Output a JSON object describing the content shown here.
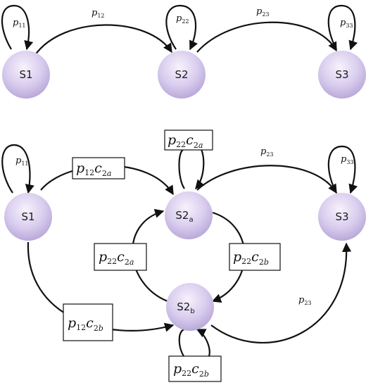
{
  "top_diagram": {
    "nodes": {
      "s1": {
        "label": "S1"
      },
      "s2": {
        "label": "S2"
      },
      "s3": {
        "label": "S3"
      }
    },
    "edges": {
      "p11": {
        "var": "p",
        "sub": "11"
      },
      "p12": {
        "var": "p",
        "sub": "12"
      },
      "p22": {
        "var": "p",
        "sub": "22"
      },
      "p23": {
        "var": "p",
        "sub": "23"
      },
      "p33": {
        "var": "p",
        "sub": "33"
      }
    }
  },
  "bottom_diagram": {
    "nodes": {
      "s1": {
        "label": "S1"
      },
      "s2a": {
        "label": "S2",
        "sub": "a"
      },
      "s2b": {
        "label": "S2",
        "sub": "b"
      },
      "s3": {
        "label": "S3"
      }
    },
    "edges": {
      "p11": {
        "var": "p",
        "sub": "11"
      },
      "p33": {
        "var": "p",
        "sub": "33"
      },
      "p23_upper": {
        "var": "p",
        "sub": "23"
      },
      "p23_lower": {
        "var": "p",
        "sub": "23"
      }
    },
    "boxes": {
      "s1_to_s2a": {
        "p": "p",
        "p_sub": "12",
        "c": "c",
        "c_sub_num": "2",
        "c_sub_letter": "a"
      },
      "s2a_self": {
        "p": "p",
        "p_sub": "22",
        "c": "c",
        "c_sub_num": "2",
        "c_sub_letter": "a"
      },
      "s2b_to_s2a": {
        "p": "p",
        "p_sub": "22",
        "c": "c",
        "c_sub_num": "2",
        "c_sub_letter": "a"
      },
      "s2a_to_s2b": {
        "p": "p",
        "p_sub": "22",
        "c": "c",
        "c_sub_num": "2",
        "c_sub_letter": "b"
      },
      "s1_to_s2b": {
        "p": "p",
        "p_sub": "12",
        "c": "c",
        "c_sub_num": "2",
        "c_sub_letter": "b"
      },
      "s2b_self": {
        "p": "p",
        "p_sub": "22",
        "c": "c",
        "c_sub_num": "2",
        "c_sub_letter": "b"
      }
    }
  },
  "colors": {
    "node_fill_light": "#f3effa",
    "node_fill_dark": "#b7a6d8",
    "edge": "#111111"
  }
}
